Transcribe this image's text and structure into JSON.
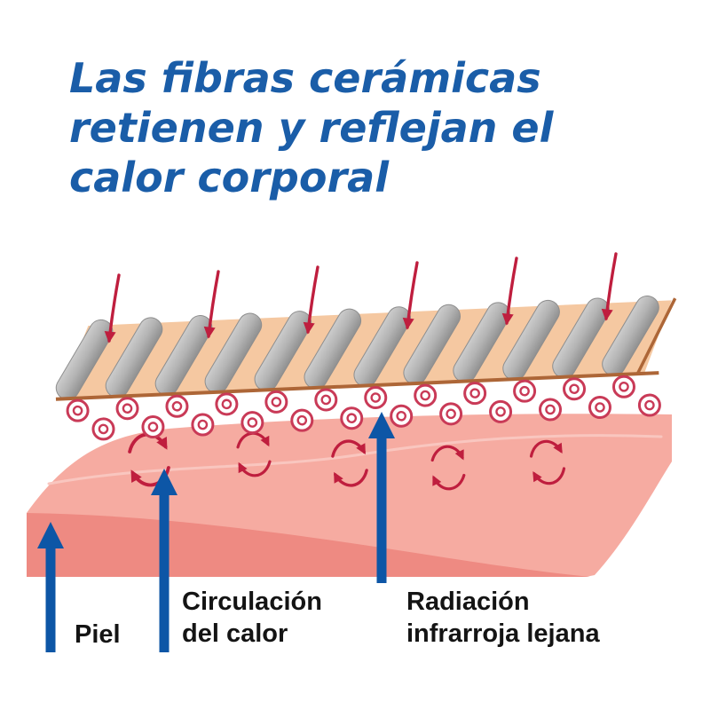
{
  "title": {
    "lines": [
      "Las fibras cerámicas",
      "retienen y reflejan el",
      "calor corporal"
    ]
  },
  "labels": {
    "piel": "Piel",
    "circulacion": [
      "Circulación",
      "del calor"
    ],
    "radiacion": [
      "Radiación",
      "infrarroja lejana"
    ]
  },
  "colors": {
    "title_blue": "#1a5da8",
    "arrow_blue": "#0d56a6",
    "heat_red": "#bf1e3e",
    "skin_pink": "#f6aba1",
    "skin_front_face": "#ee8a82",
    "skin_highlight": "#f9c6bf",
    "fiber_gray": "#b0b0b0",
    "fabric_tan": "#f5c8a1",
    "fabric_edge_brown": "#ad6637",
    "fiber_ring_red": "#c93a57",
    "label_black": "#141414",
    "background": "#ffffff"
  },
  "diagram": {
    "heat_input_arrows": 6,
    "fiber_rods": 12,
    "fiber_cross_sections_top_row": 12,
    "fiber_cross_sections_bottom_row": 12,
    "circulation_loops": 5,
    "pointer_arrows": 3
  }
}
